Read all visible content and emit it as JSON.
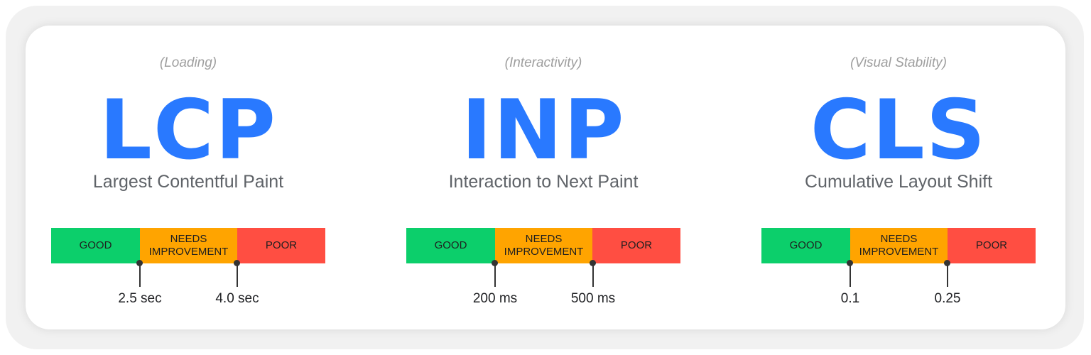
{
  "colors": {
    "accent": "#2979ff",
    "good": "#0ccf6b",
    "needs_improvement": "#ffa400",
    "poor": "#ff4e42",
    "category_text": "#9e9e9e",
    "subtitle_text": "#5f6368"
  },
  "metrics": [
    {
      "category": "(Loading)",
      "acronym": "LCP",
      "name": "Largest Contentful Paint",
      "segments": [
        "GOOD",
        "NEEDS\nIMPROVEMENT",
        "POOR"
      ],
      "thresholds": [
        "2.5 sec",
        "4.0 sec"
      ]
    },
    {
      "category": "(Interactivity)",
      "acronym": "INP",
      "name": "Interaction to Next Paint",
      "segments": [
        "GOOD",
        "NEEDS\nIMPROVEMENT",
        "POOR"
      ],
      "thresholds": [
        "200 ms",
        "500 ms"
      ]
    },
    {
      "category": "(Visual Stability)",
      "acronym": "CLS",
      "name": "Cumulative Layout Shift",
      "segments": [
        "GOOD",
        "NEEDS\nIMPROVEMENT",
        "POOR"
      ],
      "thresholds": [
        "0.1",
        "0.25"
      ]
    }
  ]
}
